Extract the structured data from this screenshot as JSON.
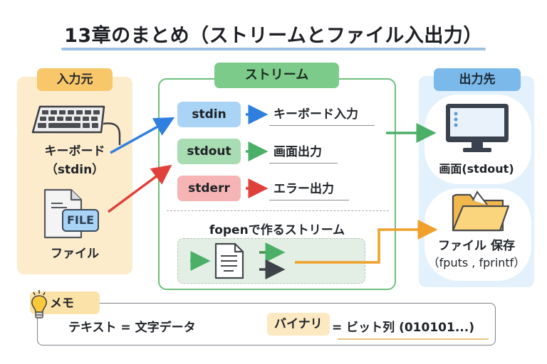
{
  "title": "13章のまとめ（ストリームとファイル入出力）",
  "input_panel": {
    "label": "入力元",
    "keyboard": {
      "icon": "keyboard-icon",
      "caption_line1": "キーボード",
      "caption_line2": "（stdin）"
    },
    "file": {
      "icon": "file-icon",
      "badge": "FILE",
      "caption": "ファイル"
    }
  },
  "stream_panel": {
    "label": "ストリーム",
    "streams": [
      {
        "name": "stdin",
        "target": "キーボード入力",
        "color": "#2f7fde",
        "chip_color": "#a9d4f5"
      },
      {
        "name": "stdout",
        "target": "画面出力",
        "color": "#4caf68",
        "chip_color": "#a8dcb2"
      },
      {
        "name": "stderr",
        "target": "エラー出力",
        "color": "#e0413b",
        "chip_color": "#f6b4b4"
      }
    ],
    "fopen_label": "fopenで作るストリーム"
  },
  "output_panel": {
    "label": "出力先",
    "screen": {
      "icon": "monitor-icon",
      "caption": "画面(stdout)"
    },
    "file": {
      "icon": "folder-icon",
      "caption": "ファイル 保存",
      "sub": "（fputs , fprintf）"
    }
  },
  "memo": {
    "tag": "メモ",
    "text_left": "テキスト = 文字データ",
    "binary": "バイナリ",
    "text_right": "= ビット列 (010101...)"
  },
  "colors": {
    "blue": "#2f7fde",
    "green": "#4caf68",
    "red": "#e0413b",
    "orange": "#f0a02b"
  }
}
